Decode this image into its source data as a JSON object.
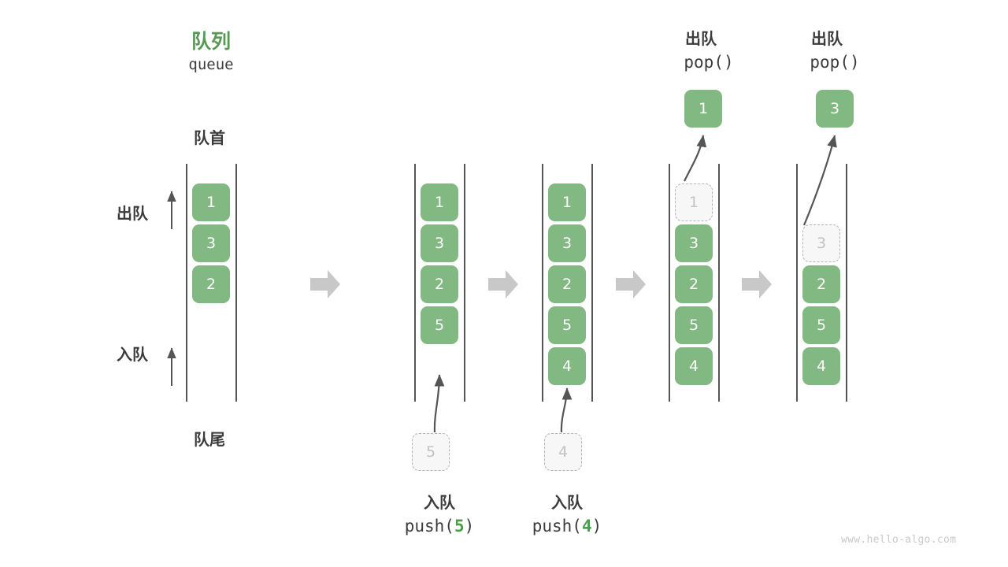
{
  "title": {
    "cn": "队列",
    "en": "queue"
  },
  "labels": {
    "front": "队首",
    "rear": "队尾",
    "dequeue": "出队",
    "enqueue": "入队"
  },
  "operations": {
    "push_cn": "入队",
    "pop_cn": "出队",
    "push_prefix": "push(",
    "pop_call": "pop()",
    "paren_close": ")"
  },
  "colors": {
    "cell_green": "#82b881",
    "title_green": "#559955",
    "ghost_fill": "#f7f7f7",
    "ghost_border": "#b3b3b3",
    "ghost_text": "#c2c2c2",
    "rail": "#555555",
    "arrow_grey": "#c8c8c8",
    "thin_arrow": "#555555",
    "text": "#3c3c3c",
    "watermark": "#c9c9c9"
  },
  "columns": [
    {
      "name": "initial-queue",
      "cells": [
        {
          "value": "1",
          "state": "solid"
        },
        {
          "value": "3",
          "state": "solid"
        },
        {
          "value": "2",
          "state": "solid"
        }
      ],
      "incoming": null,
      "outgoing": null
    },
    {
      "name": "after-push-5",
      "cells": [
        {
          "value": "1",
          "state": "solid"
        },
        {
          "value": "3",
          "state": "solid"
        },
        {
          "value": "2",
          "state": "solid"
        },
        {
          "value": "5",
          "state": "solid"
        }
      ],
      "incoming": {
        "value": "5",
        "caption_cn": "入队",
        "caption_code": "push(5)",
        "arg": "5"
      },
      "outgoing": null
    },
    {
      "name": "after-push-4",
      "cells": [
        {
          "value": "1",
          "state": "solid"
        },
        {
          "value": "3",
          "state": "solid"
        },
        {
          "value": "2",
          "state": "solid"
        },
        {
          "value": "5",
          "state": "solid"
        },
        {
          "value": "4",
          "state": "solid"
        }
      ],
      "incoming": {
        "value": "4",
        "caption_cn": "入队",
        "caption_code": "push(4)",
        "arg": "4"
      },
      "outgoing": null
    },
    {
      "name": "after-pop-1",
      "cells": [
        {
          "value": "1",
          "state": "ghost"
        },
        {
          "value": "3",
          "state": "solid"
        },
        {
          "value": "2",
          "state": "solid"
        },
        {
          "value": "5",
          "state": "solid"
        },
        {
          "value": "4",
          "state": "solid"
        }
      ],
      "incoming": null,
      "outgoing": {
        "value": "1",
        "caption_cn": "出队",
        "caption_code": "pop()"
      }
    },
    {
      "name": "after-pop-3",
      "cells": [
        {
          "value": "",
          "state": "empty"
        },
        {
          "value": "3",
          "state": "ghost"
        },
        {
          "value": "2",
          "state": "solid"
        },
        {
          "value": "5",
          "state": "solid"
        },
        {
          "value": "4",
          "state": "solid"
        }
      ],
      "incoming": null,
      "outgoing": {
        "value": "3",
        "caption_cn": "出队",
        "caption_code": "pop()"
      }
    }
  ],
  "watermark": "www.hello-algo.com"
}
